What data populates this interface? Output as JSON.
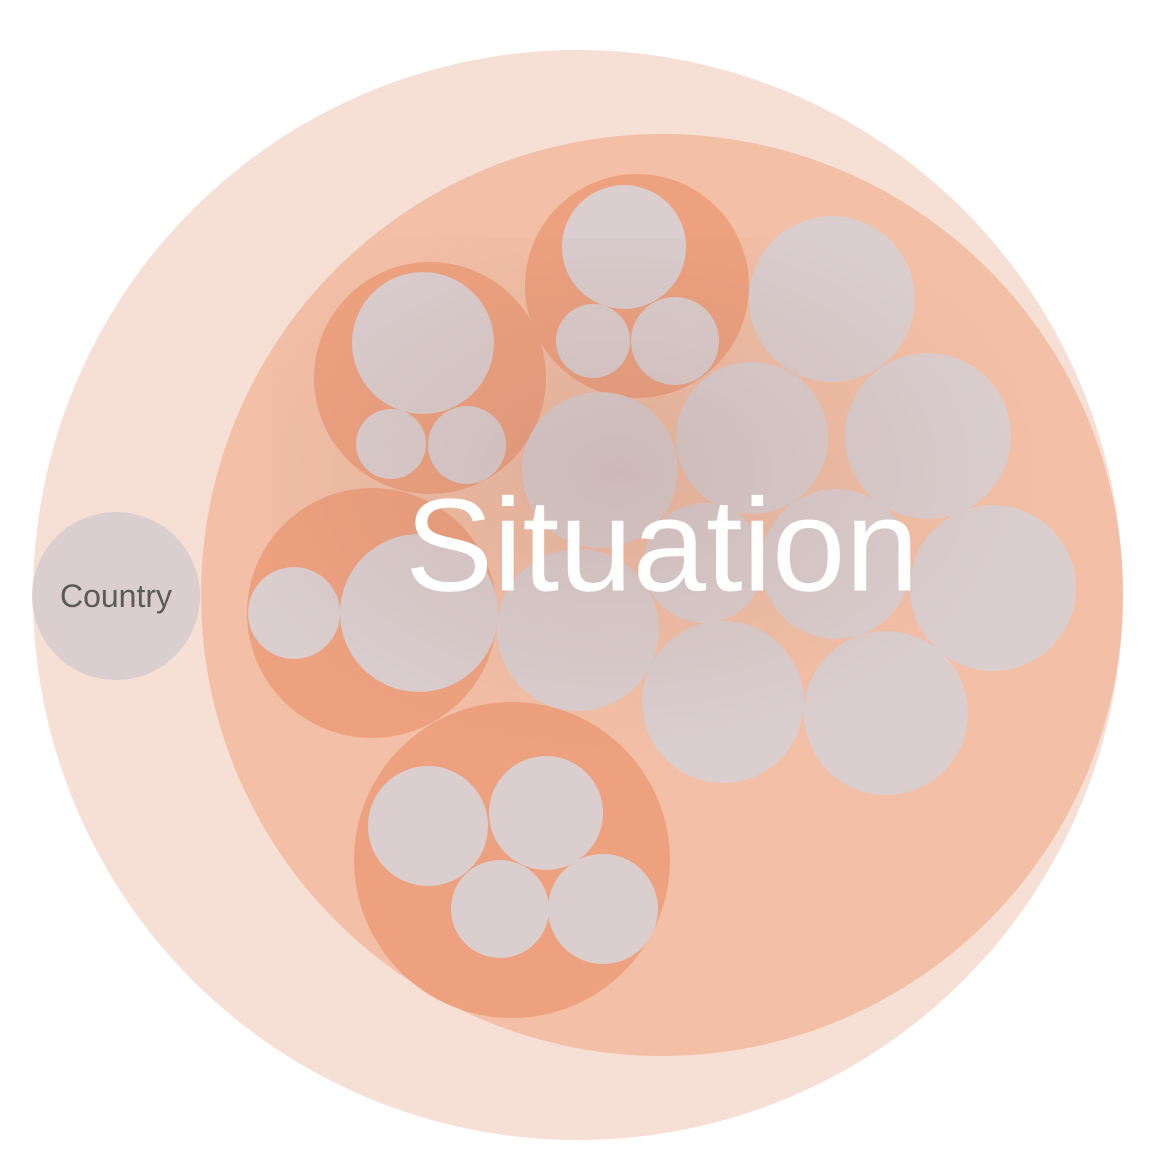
{
  "chart_data": {
    "type": "circle-packing",
    "labels": {
      "focused_group": "Situation",
      "outer_leaf": "Country"
    },
    "colors": {
      "root": "#f6dfd4",
      "group": "#f3bfa6",
      "subgroup": "#eea17f",
      "leaf": "#dbcecf",
      "label_on_group": "#ffffff",
      "label_on_leaf": "#5a5a5a"
    }
  }
}
